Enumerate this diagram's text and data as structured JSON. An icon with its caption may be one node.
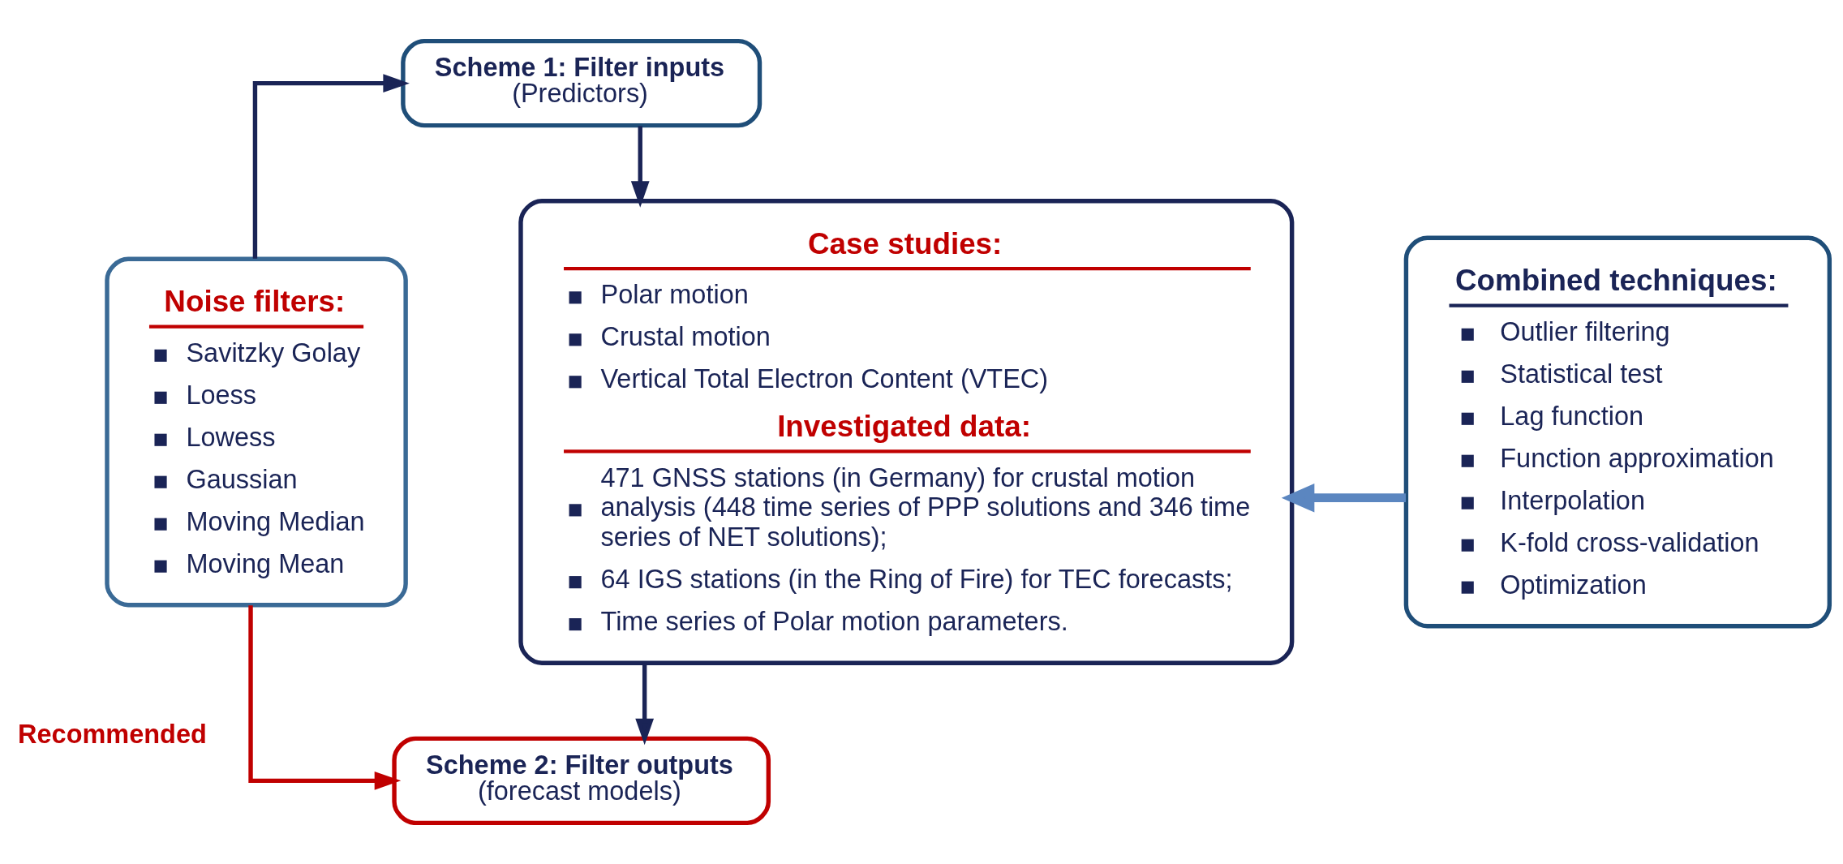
{
  "diagram": {
    "nodes": [
      {
        "text": [
          "Noise filters:",
          "Savitzky Golay",
          "Loess",
          "Lowess",
          "Gaussian",
          "Moving Median",
          "Moving Mean"
        ]
      },
      {
        "text": [
          "Scheme 1: Filter inputs",
          "(Predictors)"
        ]
      },
      {
        "text": [
          "Case studies:",
          "Polar motion",
          "Crustal motion",
          "Vertical Total Electron Content (VTEC)",
          "Investigated data:",
          "471 GNSS stations (in Germany) for crustal motion analysis (448 time series of PPP solutions and 346 time series of NET solutions);",
          "64 IGS stations (in the Ring of Fire) for TEC forecasts;",
          "Time series of Polar motion parameters."
        ]
      },
      {
        "text": [
          "Combined techniques:",
          "Outlier filtering",
          "Statistical test",
          "Lag function",
          "Function approximation",
          "Interpolation",
          "K-fold cross-validation",
          "Optimization"
        ]
      },
      {
        "text": [
          "Scheme 2: Filter outputs",
          "(forecast models)"
        ]
      }
    ],
    "edges": [
      {
        "from": 0,
        "to": 1,
        "arrow": "to"
      },
      {
        "from": 1,
        "to": 2,
        "arrow": "to"
      },
      {
        "from": 3,
        "to": 2,
        "arrow": "to",
        "style": "thick",
        "color": "#5b86c0"
      },
      {
        "from": 2,
        "to": 4,
        "arrow": "to"
      },
      {
        "from": 0,
        "to": 4,
        "arrow": "to",
        "label": "Recommended",
        "color": "#c00000"
      }
    ]
  }
}
